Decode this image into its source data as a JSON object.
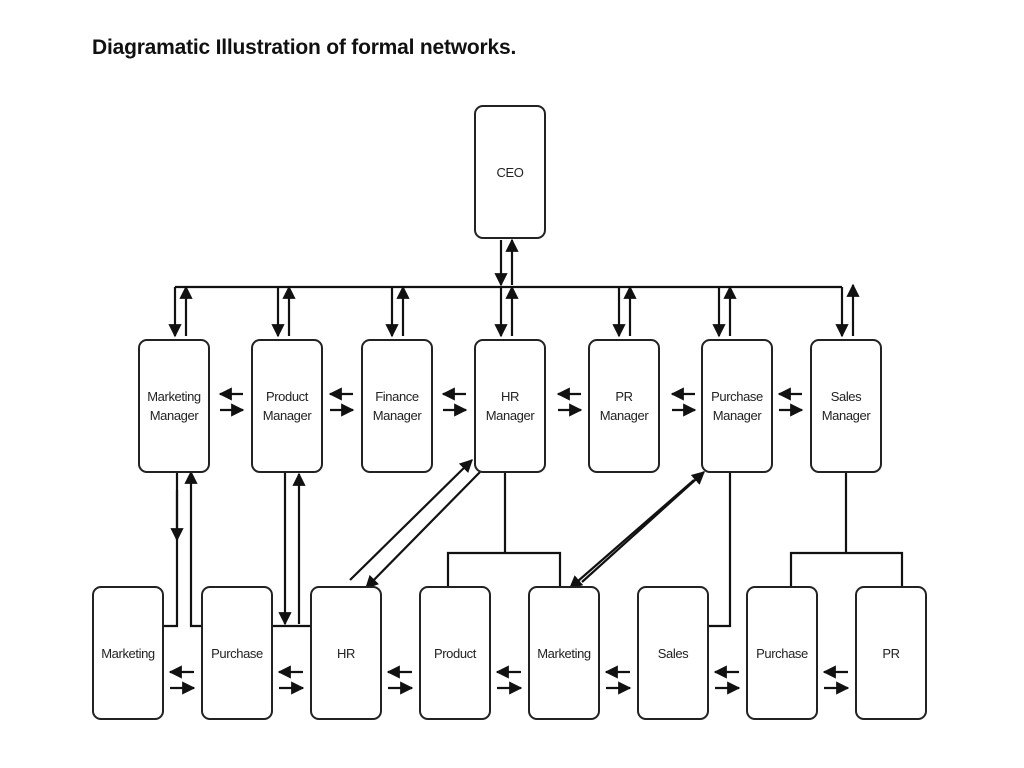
{
  "title": "Diagramatic Illustration of formal networks.",
  "nodes": {
    "ceo": "CEO",
    "marketing_manager": "Marketing\nManager",
    "product_manager": "Product\nManager",
    "finance_manager": "Finance\nManager",
    "hr_manager": "HR\nManager",
    "pr_manager": "PR\nManager",
    "purchase_manager": "Purchase\nManager",
    "sales_manager": "Sales\nManager",
    "marketing_1": "Marketing",
    "purchase_1": "Purchase",
    "hr": "HR",
    "product": "Product",
    "marketing_2": "Marketing",
    "sales": "Sales",
    "purchase_2": "Purchase",
    "pr": "PR"
  }
}
